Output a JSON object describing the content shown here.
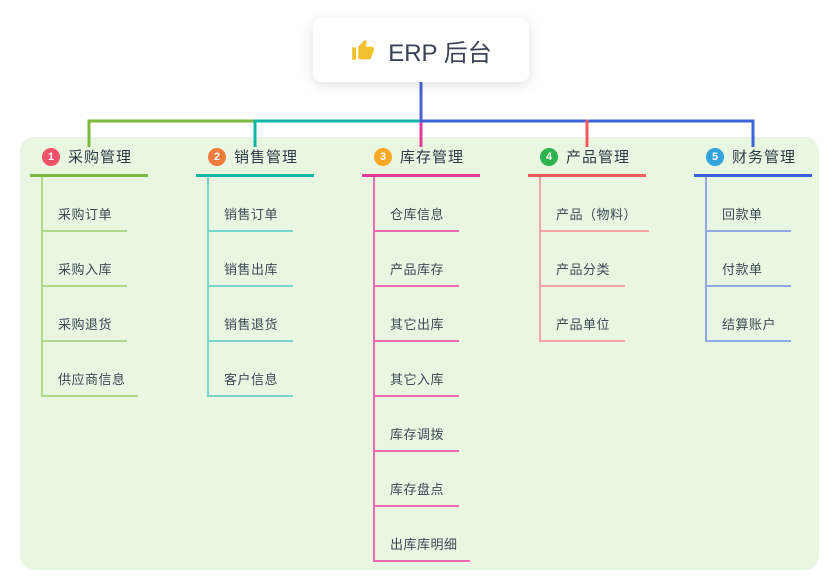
{
  "root": {
    "label": "ERP 后台",
    "icon": "thumbs-up",
    "icon_color": "#f2c12e"
  },
  "canvas": {
    "background": "#ffffff",
    "panel_background": "#e8f6e2",
    "trunk_color": "#4a61d6",
    "header_text_color": "#2f3a47",
    "sub_text_color": "#3e4954"
  },
  "branches": [
    {
      "num": "1",
      "label": "采购管理",
      "badge_color": "#f4516c",
      "line_color": "#7cb93e",
      "sub_line_color": "#b2d98b",
      "children": [
        "采购订单",
        "采购入库",
        "采购退货",
        "供应商信息"
      ]
    },
    {
      "num": "2",
      "label": "销售管理",
      "badge_color": "#f07b3d",
      "line_color": "#13b5a7",
      "sub_line_color": "#79d4c9",
      "children": [
        "销售订单",
        "销售出库",
        "销售退货",
        "客户信息"
      ]
    },
    {
      "num": "3",
      "label": "库存管理",
      "badge_color": "#f7a723",
      "line_color": "#e23a98",
      "sub_line_color": "#f06ab4",
      "children": [
        "仓库信息",
        "产品库存",
        "其它出库",
        "其它入库",
        "库存调拨",
        "库存盘点",
        "出库库明细"
      ]
    },
    {
      "num": "4",
      "label": "产品管理",
      "badge_color": "#2db44e",
      "line_color": "#f25b5b",
      "sub_line_color": "#f8a3a3",
      "children": [
        "产品（物料）",
        "产品分类",
        "产品单位"
      ]
    },
    {
      "num": "5",
      "label": "财务管理",
      "badge_color": "#32a4e0",
      "line_color": "#3d63dc",
      "sub_line_color": "#93a9e6",
      "children": [
        "回款单",
        "付款单",
        "结算账户"
      ]
    }
  ]
}
